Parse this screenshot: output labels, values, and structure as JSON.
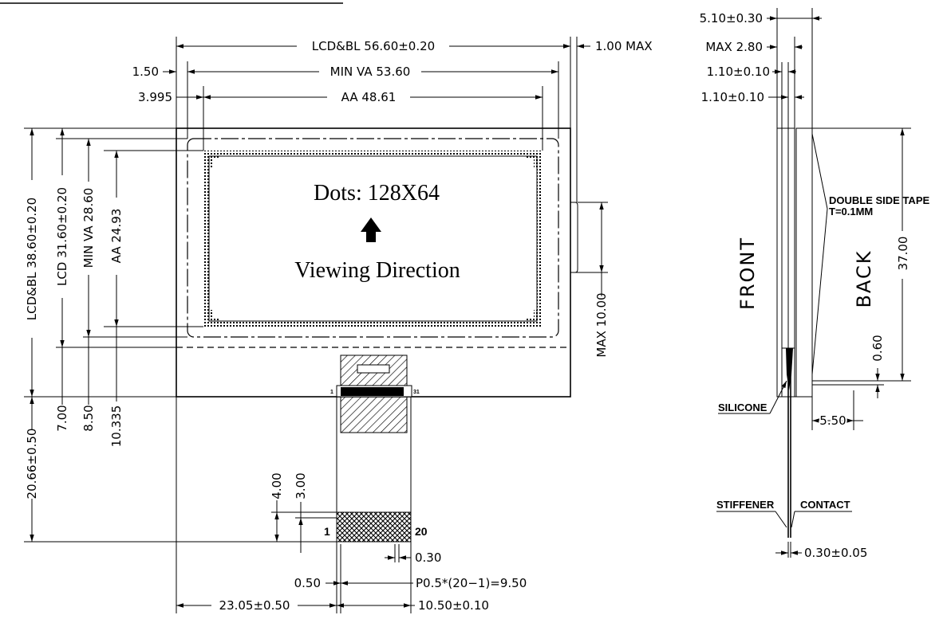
{
  "front_view": {
    "text": {
      "dots": "Dots:  128X64",
      "viewing": "Viewing  Direction"
    },
    "dims": {
      "lcd_bl_width": "LCD&BL  56.60±0.20",
      "max_1": "1.00  MAX",
      "left_150": "1.50",
      "min_va_w": "MIN  VA  53.60",
      "left_3995": "3.995",
      "aa_w": "AA  48.61",
      "lcd_bl_h": "LCD&BL  38.60±0.20",
      "lcd_h": "LCD  31.60±0.20",
      "min_va_h": "MIN  VA  28.60",
      "aa_h": "AA  24.93",
      "max_10": "MAX  10.00",
      "d700": "7.00",
      "d850": "8.50",
      "d10335": "10.335",
      "d2066": "20.66±0.50",
      "d400": "4.00",
      "d300": "3.00",
      "d030": "0.30",
      "d050": "0.50",
      "pitch": "P0.5*(20−1)=9.50",
      "d2305": "23.05±0.50",
      "d1050": "10.50±0.10"
    },
    "pins": {
      "p1": "1",
      "p20": "20",
      "fpc1": "1",
      "fpc31": "31"
    }
  },
  "side_view": {
    "dims": {
      "d510": "5.10±0.30",
      "max280": "MAX  2.80",
      "d110a": "1.10±0.10",
      "d110b": "1.10±0.10",
      "d3700": "37.00",
      "d060": "0.60",
      "d550": "5.50",
      "d030_005": "0.30±0.05"
    },
    "labels": {
      "front": "FRONT",
      "back": "BACK",
      "tape1": "DOUBLE  SIDE  TAPE",
      "tape2": "T=0.1MM",
      "silicone": "SILICONE",
      "stiffener": "STIFFENER",
      "contact": "CONTACT"
    }
  }
}
